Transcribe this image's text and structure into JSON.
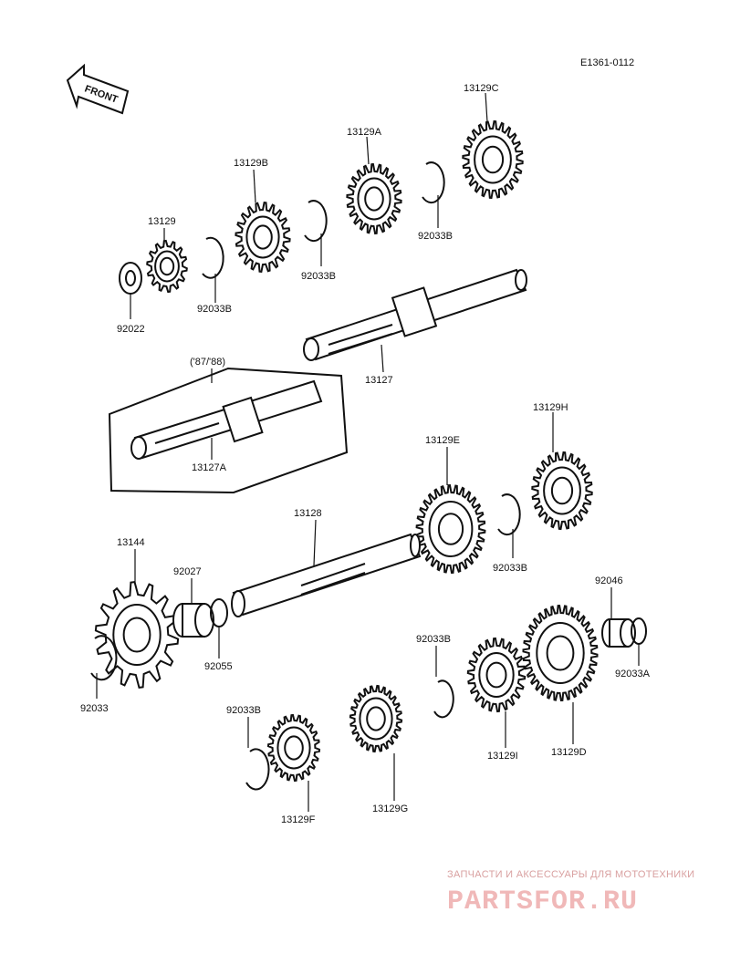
{
  "diagram_code": "E1361-0112",
  "front_label": "FRONT",
  "variant_note": "('87/'88)",
  "parts": [
    {
      "id": "p13129",
      "label": "13129"
    },
    {
      "id": "p13129B",
      "label": "13129B"
    },
    {
      "id": "p13129A",
      "label": "13129A"
    },
    {
      "id": "p13129C",
      "label": "13129C"
    },
    {
      "id": "p92022",
      "label": "92022"
    },
    {
      "id": "p92033B_1",
      "label": "92033B"
    },
    {
      "id": "p92033B_2",
      "label": "92033B"
    },
    {
      "id": "p92033B_3",
      "label": "92033B"
    },
    {
      "id": "p13127",
      "label": "13127"
    },
    {
      "id": "p13127A",
      "label": "13127A"
    },
    {
      "id": "p13129E",
      "label": "13129E"
    },
    {
      "id": "p13129H",
      "label": "13129H"
    },
    {
      "id": "p13128",
      "label": "13128"
    },
    {
      "id": "p92033B_4",
      "label": "92033B"
    },
    {
      "id": "p13144",
      "label": "13144"
    },
    {
      "id": "p92027",
      "label": "92027"
    },
    {
      "id": "p92055",
      "label": "92055"
    },
    {
      "id": "p92033",
      "label": "92033"
    },
    {
      "id": "p92046",
      "label": "92046"
    },
    {
      "id": "p92033A",
      "label": "92033A"
    },
    {
      "id": "p92033B_5",
      "label": "92033B"
    },
    {
      "id": "p92033B_6",
      "label": "92033B"
    },
    {
      "id": "p13129I",
      "label": "13129I"
    },
    {
      "id": "p13129D",
      "label": "13129D"
    },
    {
      "id": "p13129G",
      "label": "13129G"
    },
    {
      "id": "p13129F",
      "label": "13129F"
    }
  ],
  "watermark": {
    "tagline": "ЗАПЧАСТИ И АКСЕССУАРЫ ДЛЯ МОТОТЕХНИКИ",
    "brand": "PARTSFOR.RU"
  }
}
